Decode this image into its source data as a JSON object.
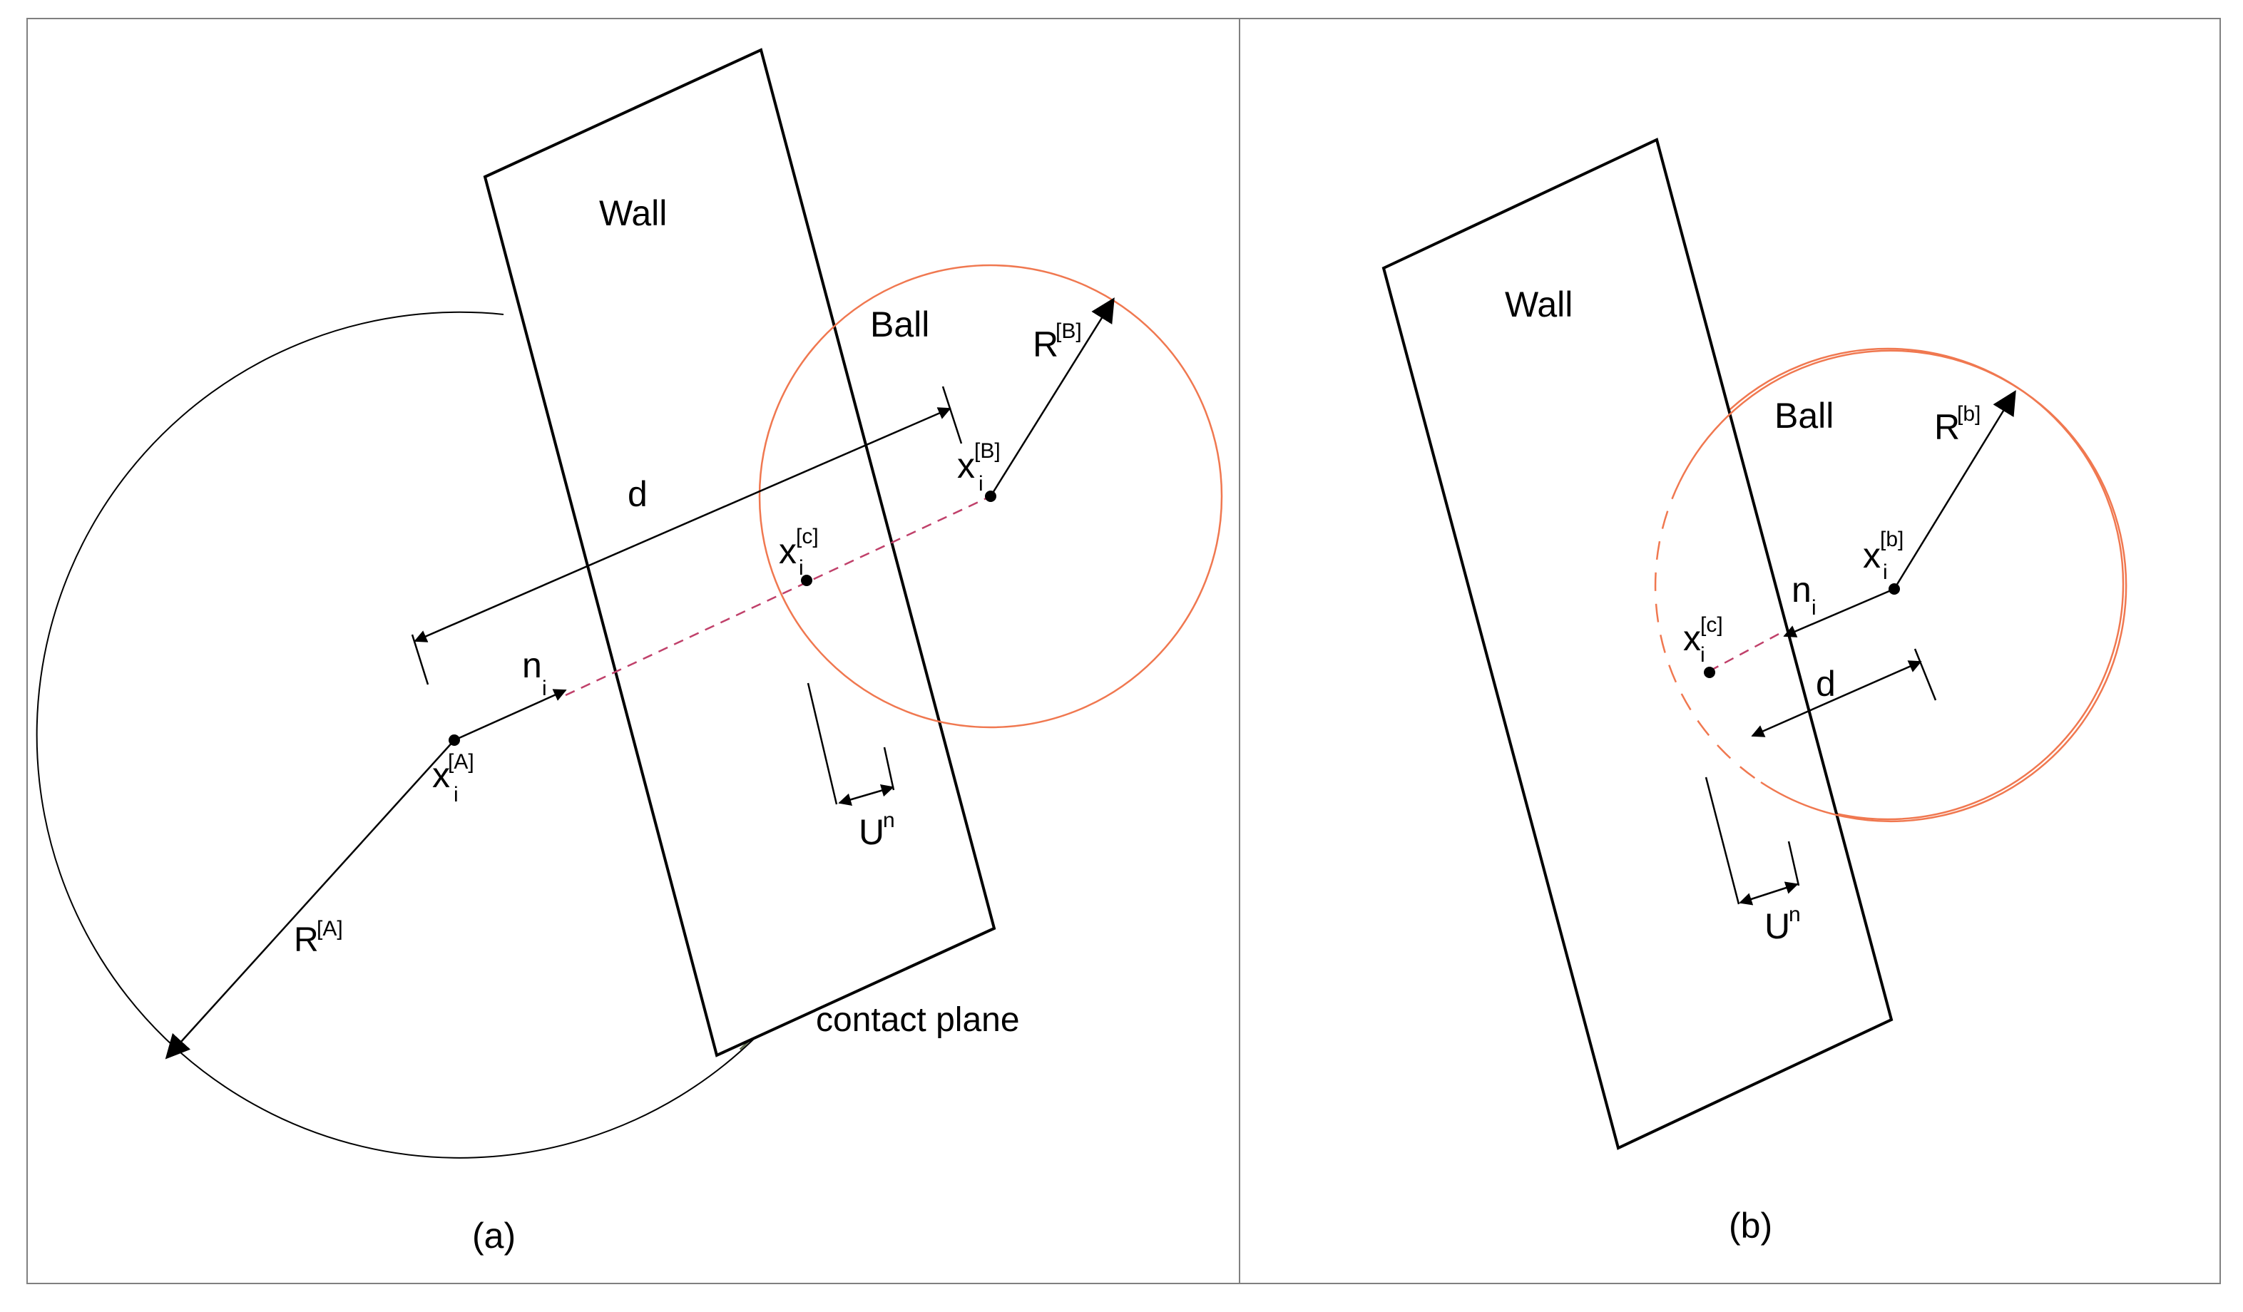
{
  "figure": {
    "panel_a": {
      "caption": "(a)",
      "wall_label": "Wall",
      "ball_label": "Ball",
      "contact_plane_label": "contact plane",
      "distance_label": "d",
      "normal_label": "n",
      "normal_sub": "i",
      "center_A": {
        "base": "x",
        "sub": "i",
        "sup": "[A]"
      },
      "center_B": {
        "base": "x",
        "sub": "i",
        "sup": "[B]"
      },
      "contact_point": {
        "base": "x",
        "sub": "i",
        "sup": "[c]"
      },
      "radius_A": {
        "base": "R",
        "sup": "[A]"
      },
      "radius_B": {
        "base": "R",
        "sup": "[B]"
      },
      "overlap": {
        "base": "U",
        "sup": "n"
      }
    },
    "panel_b": {
      "caption": "(b)",
      "wall_label": "Wall",
      "ball_label": "Ball",
      "distance_label": "d",
      "normal_label": "n",
      "normal_sub": "i",
      "center_b": {
        "base": "x",
        "sub": "i",
        "sup": "[b]"
      },
      "contact_point": {
        "base": "x",
        "sub": "i",
        "sup": "[c]"
      },
      "radius_b": {
        "base": "R",
        "sup": "[b]"
      },
      "overlap": {
        "base": "U",
        "sup": "n"
      }
    },
    "colors": {
      "ball": "#f07850",
      "contact_dashed_line": "#c0406a",
      "virtual_sphere_arc": "#5c6b4a",
      "ink": "#000000",
      "frame": "#808080"
    }
  }
}
